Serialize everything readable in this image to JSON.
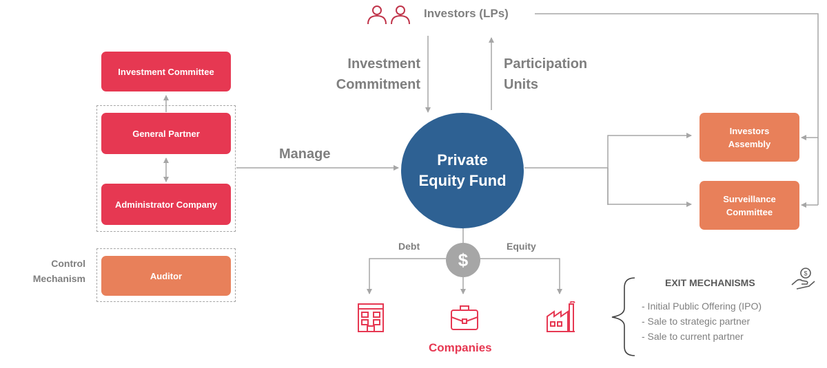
{
  "investors": {
    "label": "Investors (LPs)"
  },
  "flows": {
    "investment_commitment": [
      "Investment",
      "Commitment"
    ],
    "participation_units": [
      "Participation",
      "Units"
    ],
    "manage": "Manage",
    "debt": "Debt",
    "equity": "Equity"
  },
  "fund": {
    "lines": [
      "Private",
      "Equity Fund"
    ]
  },
  "governance": {
    "investment_committee": "Investment Committee",
    "general_partner": "General Partner",
    "administrator_company": "Administrator Company",
    "auditor": "Auditor",
    "control_mechanism": [
      "Control",
      "Mechanism"
    ]
  },
  "bodies": {
    "investors_assembly": [
      "Investors",
      "Assembly"
    ],
    "surveillance_committee": [
      "Surveillance",
      "Committee"
    ]
  },
  "dollar_symbol": "$",
  "companies_label": "Companies",
  "exit": {
    "title": "EXIT MECHANISMS",
    "items": [
      "- Initial Public Offering (IPO)",
      "- Sale to strategic partner",
      "- Sale to current partner"
    ]
  },
  "colors": {
    "red_box": "#e63852",
    "orange_box": "#e8805a",
    "fund_circle": "#2e6193",
    "connector": "#a6a6a6",
    "companies_text": "#e63852",
    "label_gray": "#7f7f7f"
  },
  "icons": [
    "people-icon",
    "office-building-icon",
    "briefcase-icon",
    "factory-icon",
    "hand-coin-icon"
  ]
}
